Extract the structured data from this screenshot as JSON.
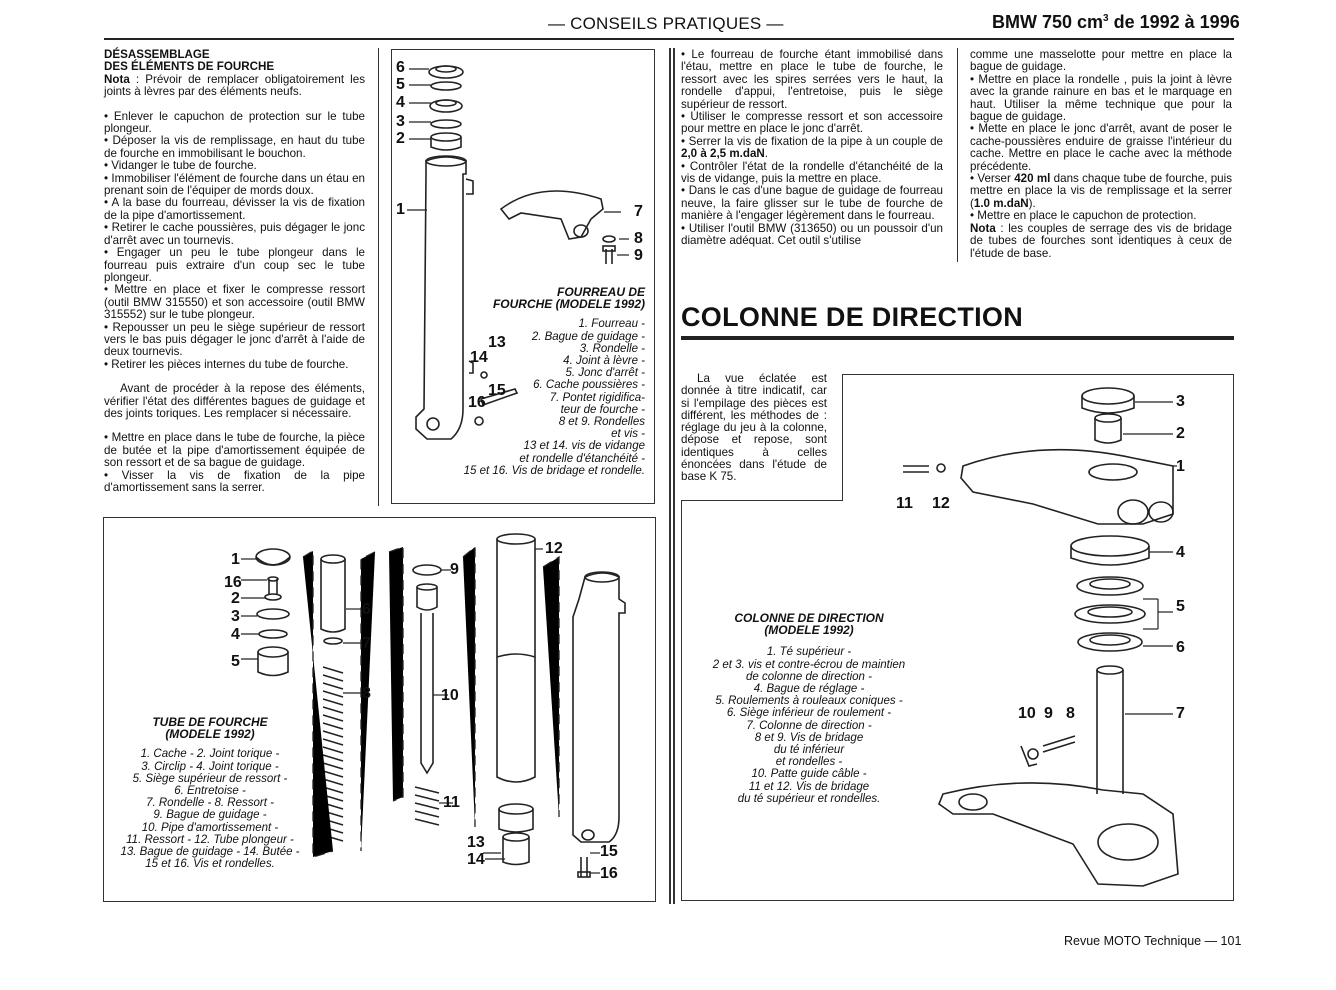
{
  "header": {
    "section": "— CONSEILS PRATIQUES —",
    "model_pre": "BMW 750 cm",
    "model_sup": "3",
    "model_post": " de 1992 à 1996"
  },
  "col1": {
    "title1": "DÉSASSEMBLAGE",
    "title2": "DES ÉLÉMENTS DE FOURCHE",
    "nota_label": "Nota",
    "nota_text": " : Prévoir de remplacer obligatoirement les joints à lèvres par des éléments neufs.",
    "steps": [
      "• Enlever le capuchon de protection sur le tube plongeur.",
      "• Déposer la vis de remplissage, en haut du tube de fourche en immobilisant le bouchon.",
      "• Vidanger le tube de fourche.",
      "• Immobiliser l'élément de fourche dans un étau en prenant soin de l'équiper de mords doux.",
      "• A la base du fourreau, dévisser la vis de fixation de la pipe d'amortissement.",
      "• Retirer le cache poussières, puis dégager le jonc d'arrêt avec un tournevis.",
      "• Engager un peu le tube plongeur dans le fourreau puis extraire d'un coup sec le tube plongeur.",
      "• Mettre en place et fixer le compresse ressort (outil BMW 315550) et son accessoire (outil BMW 315552) sur le tube plongeur.",
      "• Repousser un peu le siège supérieur de ressort vers le bas puis dégager le jonc d'arrêt à l'aide de deux tournevis.",
      "• Retirer les pièces internes du tube de fourche."
    ],
    "para": "Avant de procéder à la repose des éléments, vérifier l'état des différentes bagues de guidage et des joints toriques. Les remplacer si nécessaire.",
    "steps2": [
      "• Mettre en place dans le tube de fourche, la pièce de butée et la pipe d'amortissement équipée de son ressort et de sa bague de guidage.",
      "• Visser la vis de fixation de la pipe d'amortissement sans la serrer."
    ]
  },
  "col3": {
    "s1": "• Le fourreau de fourche étant immobilisé dans l'étau, mettre en place le tube de fourche, le ressort avec les spires serrées vers le haut, la rondelle d'appui, l'entretoise, puis le siège supérieur de ressort.",
    "s2": "• Utiliser le compresse ressort et son accessoire pour mettre en place le jonc d'arrêt.",
    "s3_pre": "• Serrer la vis de fixation de la pipe à un couple de ",
    "s3_bold": "2,0 à 2,5 m.daN",
    "s3_post": ".",
    "s4": "• Contrôler l'état de la rondelle d'étanchéité de la vis de vidange, puis la mettre en place.",
    "s5": "• Dans le cas d'une bague de guidage de fourreau neuve, la faire glisser sur le tube de fourche de manière à l'engager légèrement dans le fourreau.",
    "s6": "• Utiliser l'outil BMW (313650) ou un poussoir d'un diamètre adéquat. Cet outil s'utilise"
  },
  "col4": {
    "s1": "comme une masselotte pour mettre en place la bague de guidage.",
    "s2": "• Mettre en place la rondelle , puis la joint à lèvre avec la grande rainure en bas et le marquage en haut. Utiliser la même technique que pour la bague de guidage.",
    "s3": "• Mette en place le jonc d'arrêt, avant de poser le cache-poussières enduire de graisse l'intérieur du cache. Mettre en place le cache avec la méthode précédente.",
    "s4_pre": "• Verser ",
    "s4_bold": "420 ml",
    "s4_mid": " dans chaque tube de fourche, puis mettre en place la vis de remplissage et la serrer (",
    "s4_bold2": "1.0 m.daN",
    "s4_post": ").",
    "s5": "• Mettre en place le capuchon de protection.",
    "nota_label": "Nota",
    "nota_text": " : les couples de serrage des vis de bridage de tubes de fourches sont identiques à ceux de l'étude de base."
  },
  "section_title": "COLONNE DE DIRECTION",
  "direction_intro": "La vue éclatée est donnée à titre indicatif, car si l'empilage des pièces est différent, les méthodes de : réglage du jeu à la colonne, dépose et repose, sont identiques à celles énoncées dans l'étude de base K 75.",
  "fig_fourreau": {
    "title1": "FOURREAU DE",
    "title2": "FOURCHE (MODELE 1992)",
    "lines": [
      "1. Fourreau -",
      "2. Bague de guidage -",
      "3. Rondelle -",
      "4. Joint à lèvre -",
      "5. Jonc d'arrêt -",
      "6. Cache poussières -",
      "7. Pontet rigidifica-",
      "teur de fourche -",
      "8 et 9. Rondelles",
      "et vis -",
      "13 et 14. vis de vidange",
      "et rondelle d'étanchéité -",
      "15 et 16. Vis de bridage et rondelle."
    ],
    "labels": [
      "6",
      "5",
      "4",
      "3",
      "2",
      "1",
      "7",
      "8",
      "9",
      "13",
      "14",
      "15",
      "16"
    ]
  },
  "fig_tube": {
    "title1": "TUBE DE FOURCHE",
    "title2": "(MODELE 1992)",
    "lines": [
      "1. Cache - 2. Joint torique -",
      "3. Circlip - 4. Joint torique -",
      "5. Siège supérieur de ressort -",
      "6. Entretoise -",
      "7. Rondelle - 8. Ressort -",
      "9. Bague de guidage -",
      "10. Pipe d'amortissement -",
      "11. Ressort - 12. Tube plongeur -",
      "13. Bague de guidage - 14. Butée -",
      "15 et 16. Vis et rondelles."
    ],
    "labels": [
      "1",
      "16",
      "2",
      "3",
      "4",
      "5",
      "6",
      "7",
      "8",
      "9",
      "10",
      "11",
      "12",
      "13",
      "14",
      "15",
      "16"
    ]
  },
  "fig_colonne": {
    "title1": "COLONNE DE DIRECTION",
    "title2": "(MODELE 1992)",
    "lines": [
      "1. Té supérieur -",
      "2 et 3. vis et contre-écrou de maintien",
      "de colonne de direction -",
      "4. Bague de réglage -",
      "5. Roulements à rouleaux coniques -",
      "6. Siège inférieur de roulement -",
      "7. Colonne de direction -",
      "8 et 9. Vis de bridage",
      "du té inférieur",
      "et rondelles -",
      "10. Patte guide câble -",
      "11 et 12. Vis de bridage",
      "du té supérieur et rondelles."
    ],
    "labels": [
      "3",
      "2",
      "1",
      "11",
      "12",
      "4",
      "5",
      "6",
      "10",
      "9",
      "8",
      "7"
    ]
  },
  "footer": "Revue MOTO Technique — 101"
}
